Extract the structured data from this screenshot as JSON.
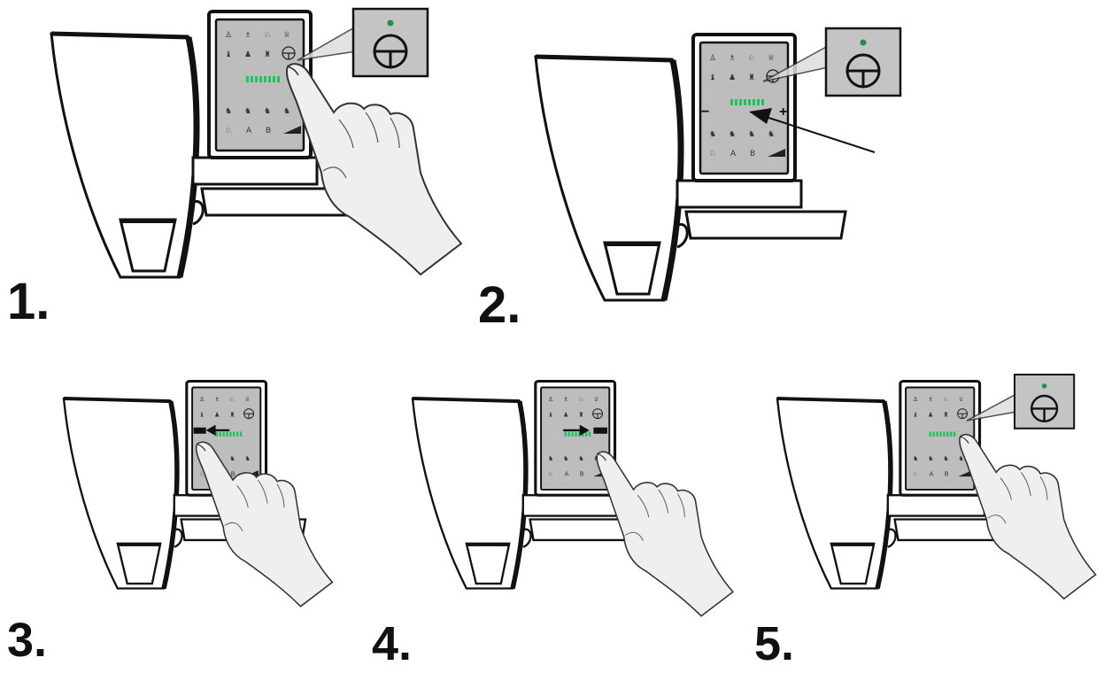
{
  "steps": [
    {
      "number": "1.",
      "action": "press-ring-button",
      "callout_icon": "ring-light-button-icon"
    },
    {
      "number": "2.",
      "action": "observe-green-led-bar",
      "callout_icon": "ring-light-button-icon"
    },
    {
      "number": "3.",
      "action": "press-minus-to-decrease"
    },
    {
      "number": "4.",
      "action": "press-plus-to-increase"
    },
    {
      "number": "5.",
      "action": "press-ring-button-to-confirm",
      "callout_icon": "ring-light-button-icon"
    }
  ],
  "colors": {
    "outline": "#111111",
    "panel_screen": "#bdbdbd",
    "led_green": "#22c15e",
    "indicator_dot": "#1f8f4a",
    "callout_bg": "#c4c4c4",
    "hand_fill": "#efefef"
  },
  "icons": [
    "ring-light-button-icon",
    "hand-pointer-icon",
    "arrow-icon",
    "minus-icon",
    "plus-icon",
    "led-bar-icon"
  ]
}
